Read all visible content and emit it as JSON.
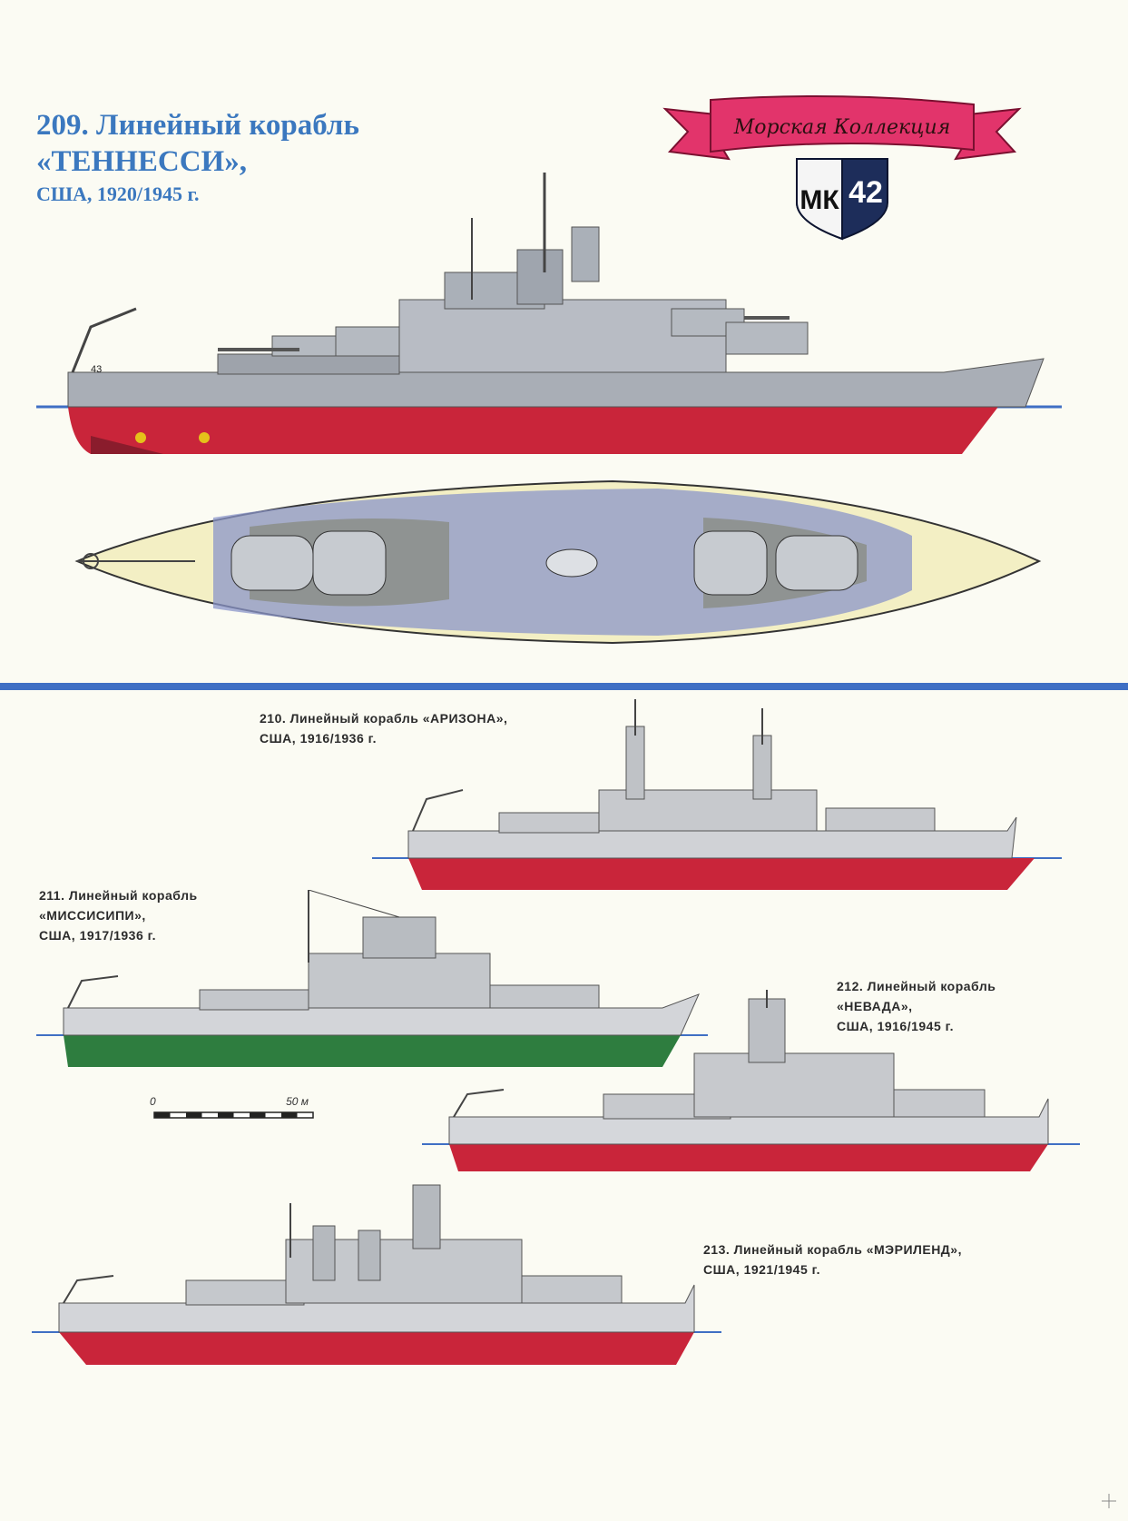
{
  "main": {
    "number_title": "209. Линейный корабль",
    "ship_name": "«ТЕННЕССИ»,",
    "country_years": "США, 1920/1945 г.",
    "hull_number": "43"
  },
  "emblem": {
    "ribbon_text": "Морская Коллекция",
    "shield_letters": "МК",
    "issue_number": "42"
  },
  "ships": [
    {
      "line1": "210. Линейный корабль «АРИЗОНА»,",
      "line2": "США, 1916/1936 г."
    },
    {
      "line1": "211. Линейный корабль",
      "line2": "«МИССИСИПИ»,",
      "line3": "США, 1917/1936 г."
    },
    {
      "line1": "212. Линейный корабль",
      "line2": "«НЕВАДА»,",
      "line3": "США, 1916/1945 г."
    },
    {
      "line1": "213. Линейный корабль «МЭРИЛЕНД»,",
      "line2": "США, 1921/1945 г."
    }
  ],
  "scale": {
    "start": "0",
    "end": "50 м"
  },
  "colors": {
    "title_blue": "#3b78bf",
    "waterline_blue": "#3f6fc4",
    "hull_red": "#c9253a",
    "hull_green": "#2e7d3f",
    "ship_grey": "#a9aeb6",
    "deck_cream": "#f3efc4",
    "ribbon_pink": "#e2346b"
  }
}
